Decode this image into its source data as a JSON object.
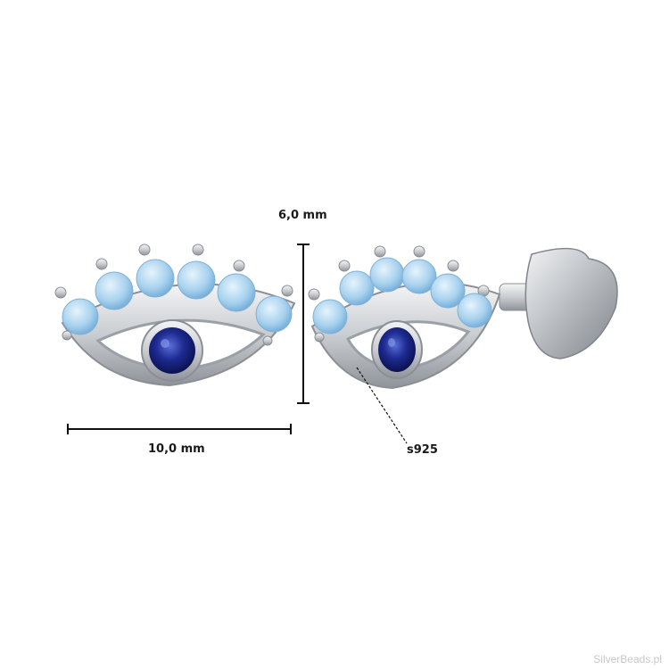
{
  "dimensions": {
    "height_label": "6,0 mm",
    "width_label": "10,0 mm"
  },
  "material_label": "s925",
  "watermark": "SilverBeads.pl",
  "colors": {
    "silver": "#d9dbde",
    "silver_dark": "#9ea2a8",
    "opal_blue": "#a9d3ef",
    "sapphire": "#1c2a8c",
    "line": "#111111"
  }
}
